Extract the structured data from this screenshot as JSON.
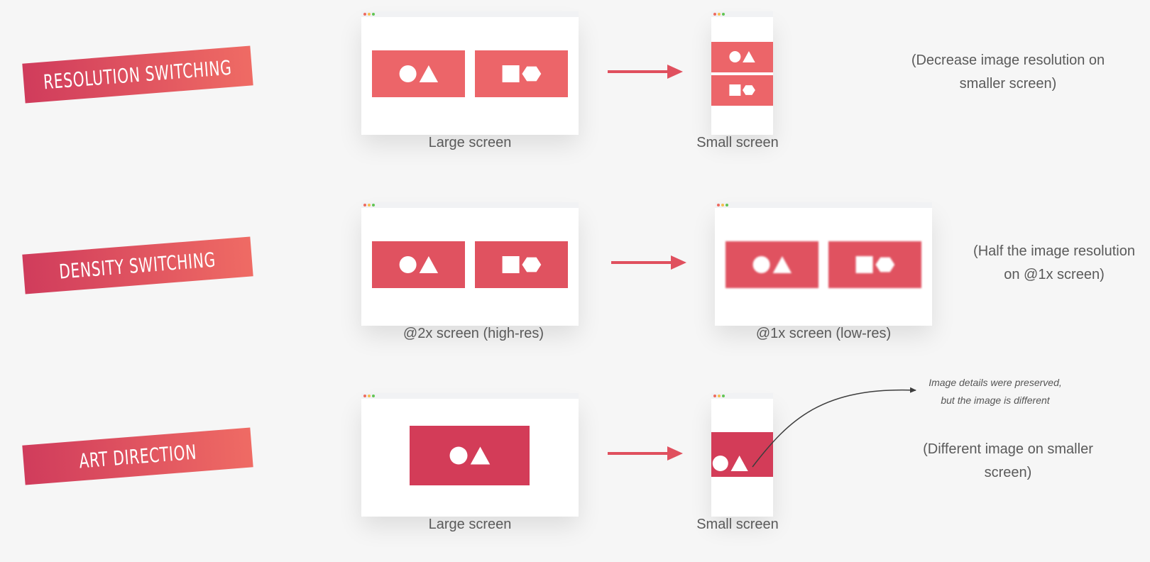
{
  "colors": {
    "background": "#f6f6f6",
    "ribbon_start": "#d03c5c",
    "ribbon_end": "#ef6b64",
    "tile_light": "#ec6569",
    "tile_mid": "#e05260",
    "tile_dark": "#d33c58",
    "arrow": "#e0505e",
    "shape": "#ffffff",
    "curve": "#3d3d3d"
  },
  "rows": [
    {
      "label": "Resolution switching",
      "left_caption": "Large screen",
      "right_caption": "Small screen",
      "note": "(Decrease image resolution on\nsmaller screen)"
    },
    {
      "label": "Density switching",
      "left_caption": "@2x screen (high-res)",
      "right_caption": "@1x screen (low-res)",
      "note": "(Half the image resolution\non @1x screen)"
    },
    {
      "label": "Art direction",
      "left_caption": "Large screen",
      "right_caption": "Small screen",
      "note": "(Different image on smaller\nscreen)"
    }
  ],
  "art_note": "Image details were preserved,\nbut the image is different",
  "icons": {
    "circle": "circle-icon",
    "triangle": "triangle-icon",
    "square": "square-icon",
    "hexagon": "hexagon-icon",
    "arrow": "arrow-right-icon"
  }
}
